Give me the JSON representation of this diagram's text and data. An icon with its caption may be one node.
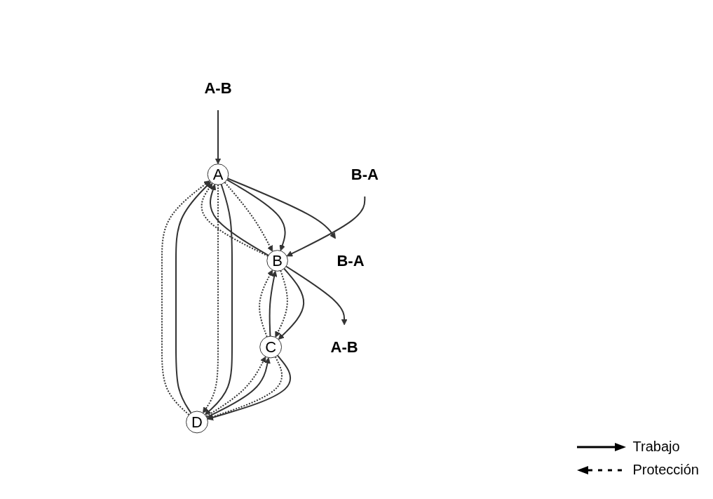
{
  "diagram": {
    "nodes": [
      {
        "text": [
          "B-A"
        ]
      },
      {
        "text": [
          "A-B"
        ]
      },
      {
        "text": [
          "A"
        ]
      },
      {
        "text": [
          "B-A"
        ]
      },
      {
        "text": [
          "B"
        ]
      },
      {
        "text": [
          "A-B"
        ]
      },
      {
        "text": [
          "D"
        ]
      },
      {
        "text": [
          "C"
        ]
      }
    ],
    "edges": [
      {
        "from": 2,
        "to": 0,
        "arrow": "to"
      },
      {
        "from": 1,
        "to": 2,
        "arrow": "to"
      },
      {
        "from": 3,
        "to": 4,
        "arrow": "to"
      },
      {
        "from": 4,
        "to": 5,
        "arrow": "to"
      },
      {
        "from": 4,
        "to": 2,
        "arrow": "to"
      },
      {
        "from": 2,
        "to": 4,
        "arrow": "to"
      },
      {
        "from": 4,
        "to": 2,
        "arrow": "to",
        "style": "dashed"
      },
      {
        "from": 2,
        "to": 4,
        "arrow": "to",
        "style": "dashed"
      },
      {
        "from": 6,
        "to": 2,
        "arrow": "to"
      },
      {
        "from": 2,
        "to": 6,
        "arrow": "to"
      },
      {
        "from": 6,
        "to": 2,
        "arrow": "to",
        "style": "dashed"
      },
      {
        "from": 2,
        "to": 6,
        "arrow": "to",
        "style": "dashed"
      },
      {
        "from": 4,
        "to": 7,
        "arrow": "to"
      },
      {
        "from": 7,
        "to": 4,
        "arrow": "to"
      },
      {
        "from": 4,
        "to": 7,
        "arrow": "to",
        "style": "dashed"
      },
      {
        "from": 7,
        "to": 4,
        "arrow": "to",
        "style": "dashed"
      },
      {
        "from": 7,
        "to": 6,
        "arrow": "to"
      },
      {
        "from": 6,
        "to": 7,
        "arrow": "to"
      },
      {
        "from": 7,
        "to": 6,
        "arrow": "to",
        "style": "dashed"
      },
      {
        "from": 6,
        "to": 7,
        "arrow": "to",
        "style": "dashed"
      }
    ],
    "legend": [
      {
        "text": "Trabajo"
      },
      {
        "text": "Protección"
      }
    ]
  }
}
